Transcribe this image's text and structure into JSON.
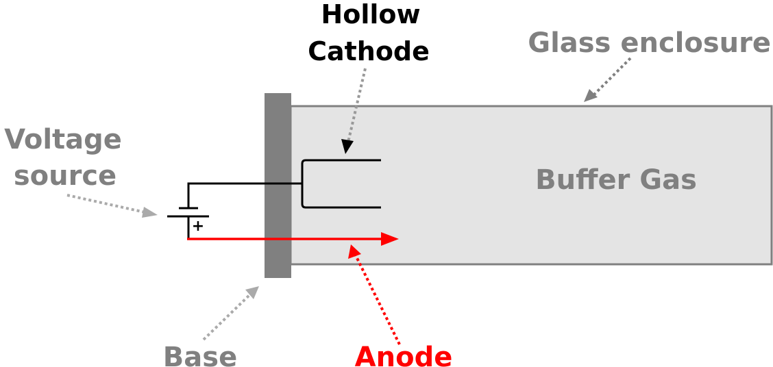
{
  "labels": {
    "hollow_cathode_line1": "Hollow",
    "hollow_cathode_line2": "Cathode",
    "glass_enclosure": "Glass enclosure",
    "voltage_source_line1": "Voltage",
    "voltage_source_line2": "source",
    "buffer_gas": "Buffer Gas",
    "base": "Base",
    "anode": "Anode",
    "battery_plus": "+"
  },
  "colors": {
    "label_gray": "#808080",
    "label_black": "#000000",
    "anode_red": "#ff0000",
    "arrow_gray": "#999999",
    "enclosure_fill": "#e4e4e4",
    "enclosure_stroke": "#808080",
    "base_fill": "#808080",
    "wire": "#000000"
  }
}
